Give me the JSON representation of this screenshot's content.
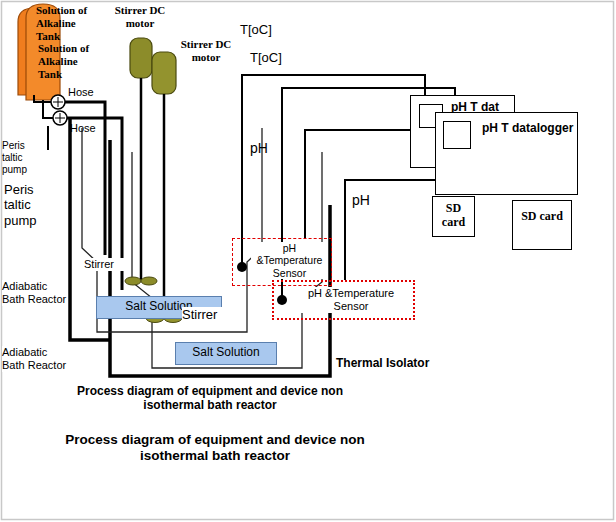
{
  "diagram": {
    "caption": "Process diagram of equipment and device non isothermal bath reactor",
    "nodes": [
      {
        "text": [
          "Solution of Alkaline Tank"
        ]
      },
      {
        "text": [
          "Solution of Alkaline Tank"
        ]
      },
      {
        "text": [
          "Stirrer DC motor"
        ]
      },
      {
        "text": [
          "Stirrer DC motor"
        ]
      },
      {
        "text": [
          "Salt Solution"
        ]
      },
      {
        "text": [
          "Salt Solution"
        ]
      },
      {
        "text": [
          "pH &Temperature Sensor"
        ]
      },
      {
        "text": [
          "pH &Temperature Sensor"
        ]
      },
      {
        "text": [
          "pH T dat"
        ]
      },
      {
        "text": [
          "pH T datalogger"
        ]
      },
      {
        "text": [
          "SD card"
        ]
      },
      {
        "text": [
          "SD card"
        ]
      }
    ],
    "edges": [
      {
        "from": 6,
        "to": 8,
        "arrow": "none"
      },
      {
        "from": 7,
        "to": 9,
        "arrow": "none"
      }
    ],
    "labels": [
      "T[oC]",
      "T[oC]",
      "pH",
      "pH",
      "Hose",
      "Hose",
      "Peris taltic pump",
      "Peris taltic pump",
      "Stirrer",
      "Stirrer",
      "Adiabatic Bath Reactor",
      "Adiabatic Bath Reactor",
      "Thermal Isolator",
      "Process diagram of equipment and device non isothermal bath reactor"
    ]
  }
}
